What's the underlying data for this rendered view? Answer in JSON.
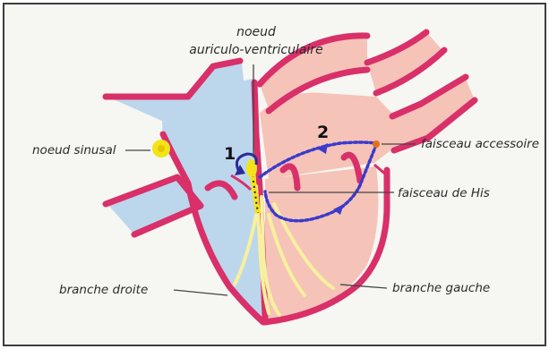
{
  "labels": {
    "av_node_line1": "noeud",
    "av_node_line2": "auriculo-ventriculaire",
    "sinus_node": "noeud sinusal",
    "accessory_pathway": "faisceau accessoire",
    "his_bundle": "faisceau de His",
    "right_branch": "branche droite",
    "left_branch": "branche gauche",
    "marker_1": "1",
    "marker_2": "2"
  },
  "colors": {
    "background_panel": "#f6f6f2",
    "frame": "#4a4a4a",
    "right_heart": "#bcd6ec",
    "left_heart": "#f5c3b8",
    "muscle": "#d9306a",
    "conduction": "#f7f0a0",
    "node_yellow": "#f3e41a",
    "pathway_dots": "#3a3acb",
    "orange_dot": "#e0701a",
    "leader_line": "#444444"
  }
}
